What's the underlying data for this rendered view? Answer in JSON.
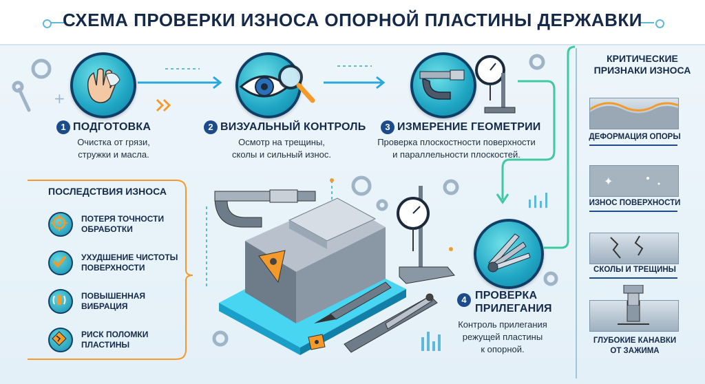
{
  "title": "СХЕМА ПРОВЕРКИ ИЗНОСА ОПОРНОЙ ПЛАСТИНЫ ДЕРЖАВКИ",
  "steps": [
    {
      "num": "1",
      "title": "ПОДГОТОВКА",
      "desc": [
        "Очистка от грязи,",
        "стружки и масла."
      ],
      "icon": "cleaning-hand-icon"
    },
    {
      "num": "2",
      "title": "ВИЗУАЛЬНЫЙ КОНТРОЛЬ",
      "desc": [
        "Осмотр на трещины,",
        "сколы и сильный износ."
      ],
      "icon": "eye-magnifier-icon"
    },
    {
      "num": "3",
      "title": "ИЗМЕРЕНИЕ ГЕОМЕТРИИ",
      "desc": [
        "Проверка плоскостности поверхности",
        "и параллельности плоскостей."
      ],
      "icon": "micrometer-icon"
    },
    {
      "num": "4",
      "title": [
        "ПРОВЕРКА",
        "ПРИЛЕГАНИЯ"
      ],
      "desc": [
        "Контроль прилегания",
        "режущей пластины",
        "к опорной."
      ],
      "icon": "feeler-gauge-icon"
    }
  ],
  "consequences": {
    "title": "ПОСЛЕДСТВИЯ ИЗНОСА",
    "items": [
      {
        "label": [
          "ПОТЕРЯ ТОЧНОСТИ",
          "ОБРАБОТКИ"
        ],
        "icon": "target-icon"
      },
      {
        "label": [
          "УХУДШЕНИЕ ЧИСТОТЫ",
          "ПОВЕРХНОСТИ"
        ],
        "icon": "checkmark-icon"
      },
      {
        "label": [
          "ПОВЫШЕННАЯ",
          "ВИБРАЦИЯ"
        ],
        "icon": "vibration-icon"
      },
      {
        "label": [
          "РИСК ПОЛОМКИ",
          "ПЛАСТИНЫ"
        ],
        "icon": "broken-insert-icon"
      }
    ]
  },
  "critical": {
    "title": [
      "КРИТИЧЕСКИЕ",
      "ПРИЗНАКИ ИЗНОСА"
    ],
    "items": [
      {
        "label": [
          "ДЕФОРМАЦИЯ ОПОРЫ"
        ],
        "icon": "deformation-icon"
      },
      {
        "label": [
          "ИЗНОС ПОВЕРХНОСТИ"
        ],
        "icon": "surface-wear-icon"
      },
      {
        "label": [
          "СКОЛЫ И ТРЕЩИНЫ"
        ],
        "icon": "cracks-icon"
      },
      {
        "label": [
          "ГЛУБОКИЕ КАНАВКИ",
          "ОТ ЗАЖИМА"
        ],
        "icon": "clamp-grooves-icon"
      }
    ]
  },
  "colors": {
    "accent": "#1fa6c4",
    "navy": "#1c4b8c",
    "orange": "#f39a2b",
    "green": "#3fc9a0"
  }
}
